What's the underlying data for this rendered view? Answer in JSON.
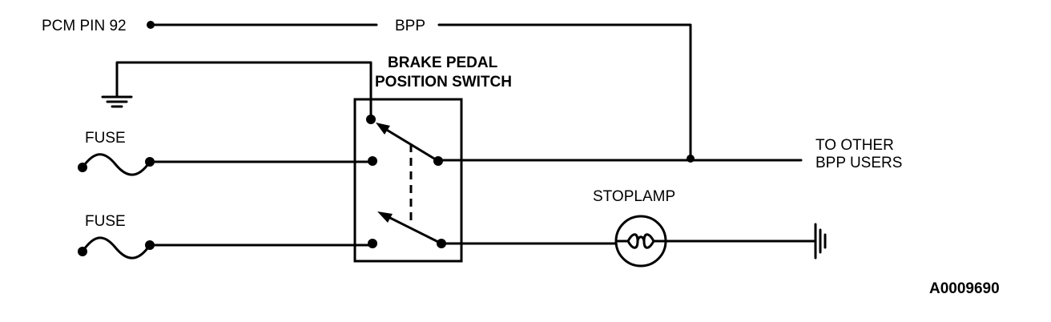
{
  "labels": {
    "pcm_pin": "PCM PIN 92",
    "bpp": "BPP",
    "switch_line1": "BRAKE PEDAL",
    "switch_line2": "POSITION SWITCH",
    "fuse_top": "FUSE",
    "fuse_bottom": "FUSE",
    "to_other_line1": "TO OTHER",
    "to_other_line2": "BPP USERS",
    "stoplamp": "STOPLAMP",
    "figure_id": "A0009690"
  },
  "colors": {
    "line": "#000000",
    "background": "#ffffff"
  }
}
